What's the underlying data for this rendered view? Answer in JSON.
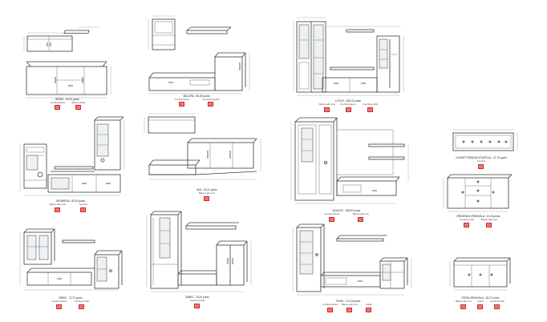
{
  "colors": {
    "line": "#3a3a3a",
    "swatch": "#d71e1e",
    "glass": "#eef1f3"
  },
  "sets": [
    {
      "id": "birma",
      "caption": "BIRMA - 65,30 punto",
      "finishes": [
        "Cembra bianco",
        "Bianco profilo"
      ]
    },
    {
      "id": "belzira",
      "caption": "BELZIRA - 65,30 punto",
      "finishes": [
        "Cembra bianco",
        "Cembra di profilo"
      ]
    },
    {
      "id": "lotus",
      "caption": "LOTUS - 165,70 punto",
      "finishes": [
        "Bianco alto pino",
        "Cembra bianco",
        "Cembra profilo"
      ]
    },
    {
      "id": "antares",
      "caption": "ANTARESA - 65,30 punto",
      "finishes": [
        "Bianco alto pino",
        "Cembra"
      ]
    },
    {
      "id": "ava",
      "caption": "AVA - 91,21 punto",
      "finishes": [
        "Bianco alto pino"
      ]
    },
    {
      "id": "alvisto",
      "caption": "ALVISTO - 185,87 punto",
      "finishes": [
        "Cembra bianco",
        "Bianco alto pino"
      ]
    },
    {
      "id": "cassettiera",
      "caption": "CASSETTIERA/VIA STUPELIA - 21,70 punto",
      "finishes": [
        "Cembra"
      ]
    },
    {
      "id": "credenza",
      "caption": "CREDENZA SPAGNOLA - 22,30 punto",
      "finishes": [
        "Cembra profilo",
        "Bianco alto pino"
      ]
    },
    {
      "id": "zibro",
      "caption": "ZIBRO - 70,72 punto",
      "finishes": [
        "Cembra bianco",
        "Cembra profilo"
      ]
    },
    {
      "id": "sabel",
      "caption": "SABEL - 78,20 punto",
      "finishes": [
        "Cembra grafite"
      ]
    },
    {
      "id": "fagia",
      "caption": "FAGIA - 172,24 punto",
      "finishes": [
        "Cembra bianco",
        "Bianco alto pino",
        "Cattini"
      ]
    },
    {
      "id": "fiera",
      "caption": "FIERA SPAGNOLA - 26,27 punto",
      "finishes": [
        "Bianco alto pino",
        "Cattini",
        "Cembra profilo"
      ]
    }
  ]
}
